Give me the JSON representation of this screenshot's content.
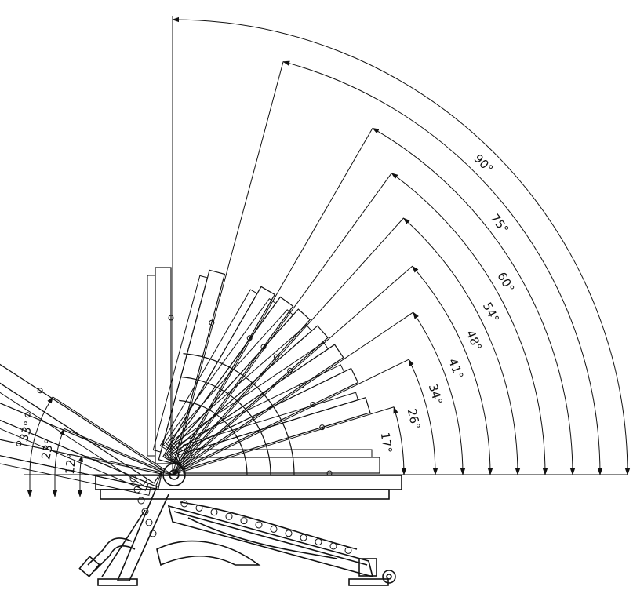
{
  "colors": {
    "ink": "#111111",
    "background": "#ffffff"
  },
  "incline_angles": [
    {
      "value": 17,
      "label": "17°"
    },
    {
      "value": 26,
      "label": "26°"
    },
    {
      "value": 34,
      "label": "34°"
    },
    {
      "value": 41,
      "label": "41°"
    },
    {
      "value": 48,
      "label": "48°"
    },
    {
      "value": 54,
      "label": "54°"
    },
    {
      "value": 60,
      "label": "60°"
    },
    {
      "value": 75,
      "label": "75°"
    },
    {
      "value": 90,
      "label": "90°"
    }
  ],
  "decline_angles": [
    {
      "value": 12,
      "label": "12°"
    },
    {
      "value": 23,
      "label": "23°"
    },
    {
      "value": 33,
      "label": "33°"
    }
  ]
}
